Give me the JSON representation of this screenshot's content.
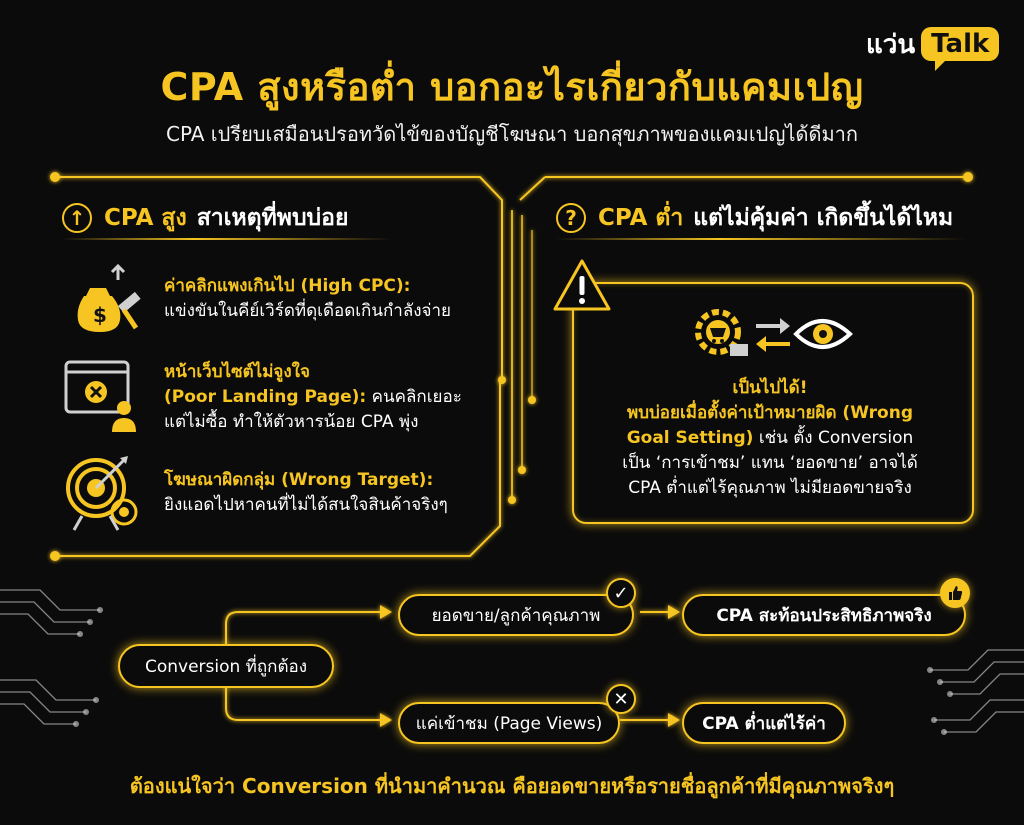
{
  "logo": {
    "thai": "แว่น",
    "talk": "Talk"
  },
  "title": "CPA สูงหรือต่ำ บอกอะไรเกี่ยวกับแคมเปญ",
  "subtitle": "CPA เปรียบเสมือนปรอทวัดไข้ของบัญชีโฆษณา บอกสุขภาพของแคมเปญได้ดีมาก",
  "left_section": {
    "icon": "arrow-up-icon",
    "heading_accent": "CPA สูง",
    "heading_rest": "สาเหตุที่พบบ่อย",
    "causes": [
      {
        "icon": "money-bag-gavel-icon",
        "title": "ค่าคลิกแพงเกินไป (High CPC):",
        "line2": "แข่งขันในคีย์เวิร์ดที่ดุเดือดเกินกำลังจ่าย",
        "line3": ""
      },
      {
        "icon": "broken-webpage-user-icon",
        "title": "หน้าเว็บไซต์ไม่จูงใจ",
        "line2_accent": "(Poor Landing Page):",
        "line2": " คนคลิกเยอะ",
        "line3": "แต่ไม่ซื้อ ทำให้ตัวหารน้อย CPA พุ่ง"
      },
      {
        "icon": "target-arrow-icon",
        "title": "โฆษณาผิดกลุ่ม (Wrong Target):",
        "line2": "ยิงแอดไปหาคนที่ไม่ได้สนใจสินค้าจริงๆ",
        "line3": ""
      }
    ]
  },
  "right_section": {
    "icon": "question-icon",
    "heading_accent": "CPA ต่ำ",
    "heading_rest": "แต่ไม่คุ้มค่า เกิดขึ้นได้ไหม",
    "warning_icon": "warning-triangle-icon",
    "illustration_icons": [
      "gear-cart-icon",
      "swap-arrows-icon",
      "eye-icon"
    ],
    "lines": [
      {
        "text": "เป็นไปได้!",
        "accent": true
      },
      {
        "text": "พบบ่อยเมื่อตั้งค่าเป้าหมายผิด (Wrong",
        "accent": true
      },
      {
        "text": "Goal Setting) เช่น ตั้ง Conversion",
        "accent": false
      },
      {
        "text": "เป็น ‘การเข้าชม’ แทน ‘ยอดขาย’ อาจได้",
        "accent": false
      },
      {
        "text": "CPA ต่ำแต่ไร้คุณภาพ ไม่มียอดขายจริง",
        "accent": false
      }
    ]
  },
  "flow": {
    "start": "Conversion ที่ถูกต้อง",
    "top_middle": "ยอดขาย/ลูกค้าคุณภาพ",
    "top_result": "CPA สะท้อนประสิทธิภาพจริง",
    "bottom_middle": "แค่เข้าชม (Page Views)",
    "bottom_result": "CPA ต่ำแต่ไร้ค่า",
    "check_icon": "check-icon",
    "cross_icon": "cross-icon",
    "thumbs_icon": "thumbs-up-icon",
    "check_glyph": "✓",
    "cross_glyph": "✕",
    "thumbs_glyph": "👍"
  },
  "footer": "ต้องแน่ใจว่า Conversion ที่นำมาคำนวณ คือยอดขายหรือรายชื่อลูกค้าที่มีคุณภาพจริงๆ",
  "colors": {
    "accent": "#f6c521",
    "background": "#0b0b0b",
    "text": "#ffffff"
  }
}
